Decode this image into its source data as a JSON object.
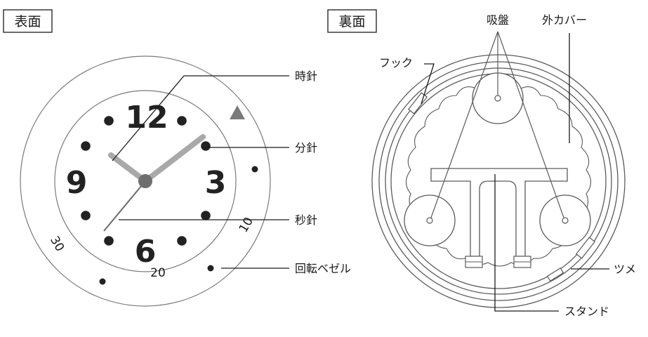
{
  "labels": {
    "front": "表面",
    "back": "裏面"
  },
  "front_callouts": {
    "hour_hand": "時針",
    "minute_hand": "分針",
    "second_hand": "秒針",
    "bezel": "回転ベゼル"
  },
  "back_callouts": {
    "suction_cup": "吸盤",
    "outer_cover": "外カバー",
    "hook": "フック",
    "tab": "ツメ",
    "stand": "スタンド"
  },
  "dial_numerals": {
    "n12": "12",
    "n3": "3",
    "n6": "6",
    "n9": "9"
  },
  "bezel_numbers": {
    "b10": "10",
    "b20": "20",
    "b30": "30"
  },
  "colors": {
    "line": "#6a6a6a",
    "dark": "#222222",
    "hand": "#a9a9a9",
    "marker": "#7a7a7a"
  }
}
